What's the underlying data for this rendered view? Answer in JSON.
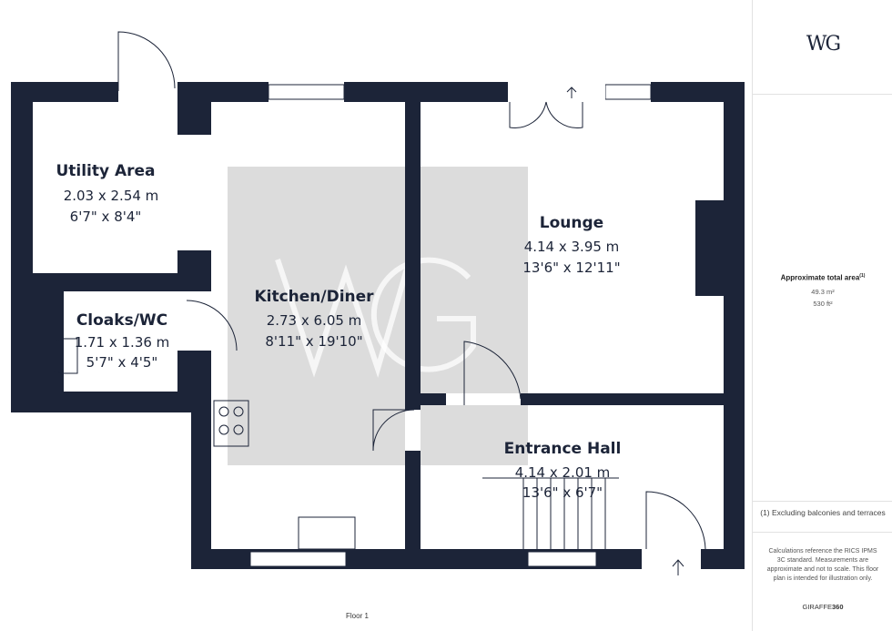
{
  "rooms": [
    {
      "name": "Utility Area",
      "metric": "2.03 x 2.54 m",
      "imperial": "6'7\" x 8'4\""
    },
    {
      "name": "Cloaks/WC",
      "metric": "1.71 x 1.36 m",
      "imperial": "5'7\" x 4'5\""
    },
    {
      "name": "Kitchen/Diner",
      "metric": "2.73 x 6.05 m",
      "imperial": "8'11\" x 19'10\""
    },
    {
      "name": "Lounge",
      "metric": "4.14 x 3.95 m",
      "imperial": "13'6\" x 12'11\""
    },
    {
      "name": "Entrance Hall",
      "metric": "4.14 x 2.01 m",
      "imperial": "13'6\" x 6'7\""
    }
  ],
  "floor_label": "Floor 1",
  "watermark_logo": "WG",
  "sidebar": {
    "logo": "WG",
    "area_title": "Approximate total area",
    "area_footnote_mark": "(1)",
    "area_m2": "49.3 m²",
    "area_ft2": "530 ft²",
    "footnote": "(1) Excluding balconies and terraces",
    "disclaimer": "Calculations reference the RICS IPMS 3C standard. Measurements are approximate and not to scale. This floor plan is intended for illustration only.",
    "brand_prefix": "GIRAFFE",
    "brand_suffix": "360"
  },
  "colors": {
    "wall": "#1c2438",
    "watermark_bg": "#dcdcdc"
  }
}
